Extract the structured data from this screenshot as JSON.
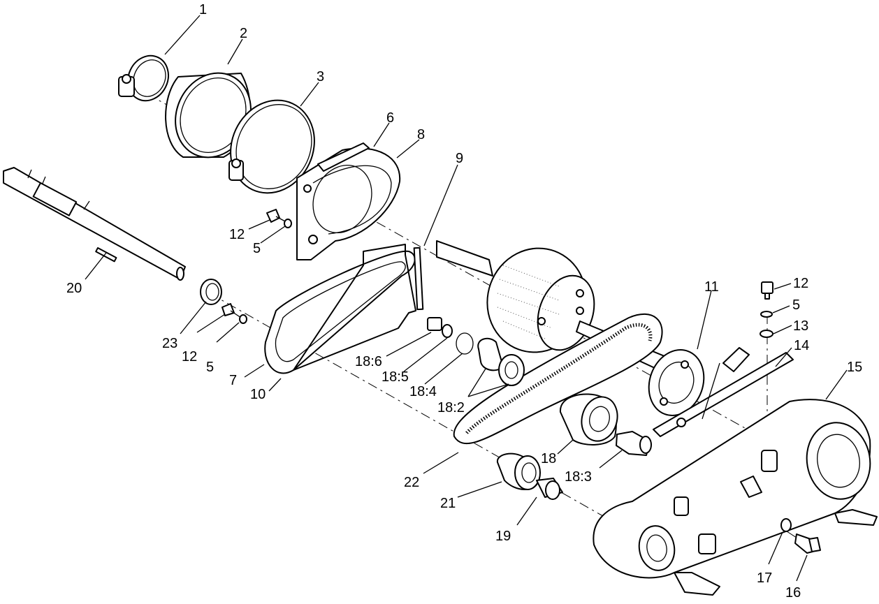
{
  "diagram": {
    "callouts": [
      {
        "id": "c1",
        "text": "1"
      },
      {
        "id": "c2",
        "text": "2"
      },
      {
        "id": "c3",
        "text": "3"
      },
      {
        "id": "c6",
        "text": "6"
      },
      {
        "id": "c8",
        "text": "8"
      },
      {
        "id": "c9",
        "text": "9"
      },
      {
        "id": "c12a",
        "text": "12"
      },
      {
        "id": "c5a",
        "text": "5"
      },
      {
        "id": "c20",
        "text": "20"
      },
      {
        "id": "c23",
        "text": "23"
      },
      {
        "id": "c12b",
        "text": "12"
      },
      {
        "id": "c5b",
        "text": "5"
      },
      {
        "id": "c7",
        "text": "7"
      },
      {
        "id": "c10",
        "text": "10"
      },
      {
        "id": "c18_6",
        "text": "18:6"
      },
      {
        "id": "c18_5",
        "text": "18:5"
      },
      {
        "id": "c18_4",
        "text": "18:4"
      },
      {
        "id": "c18_2",
        "text": "18:2"
      },
      {
        "id": "c22",
        "text": "22"
      },
      {
        "id": "c21",
        "text": "21"
      },
      {
        "id": "c19",
        "text": "19"
      },
      {
        "id": "c18",
        "text": "18"
      },
      {
        "id": "c18_3",
        "text": "18:3"
      },
      {
        "id": "c11",
        "text": "11"
      },
      {
        "id": "c12c",
        "text": "12"
      },
      {
        "id": "c5c",
        "text": "5"
      },
      {
        "id": "c13",
        "text": "13"
      },
      {
        "id": "c14",
        "text": "14"
      },
      {
        "id": "c15",
        "text": "15"
      },
      {
        "id": "c17",
        "text": "17"
      },
      {
        "id": "c16",
        "text": "16"
      }
    ]
  }
}
